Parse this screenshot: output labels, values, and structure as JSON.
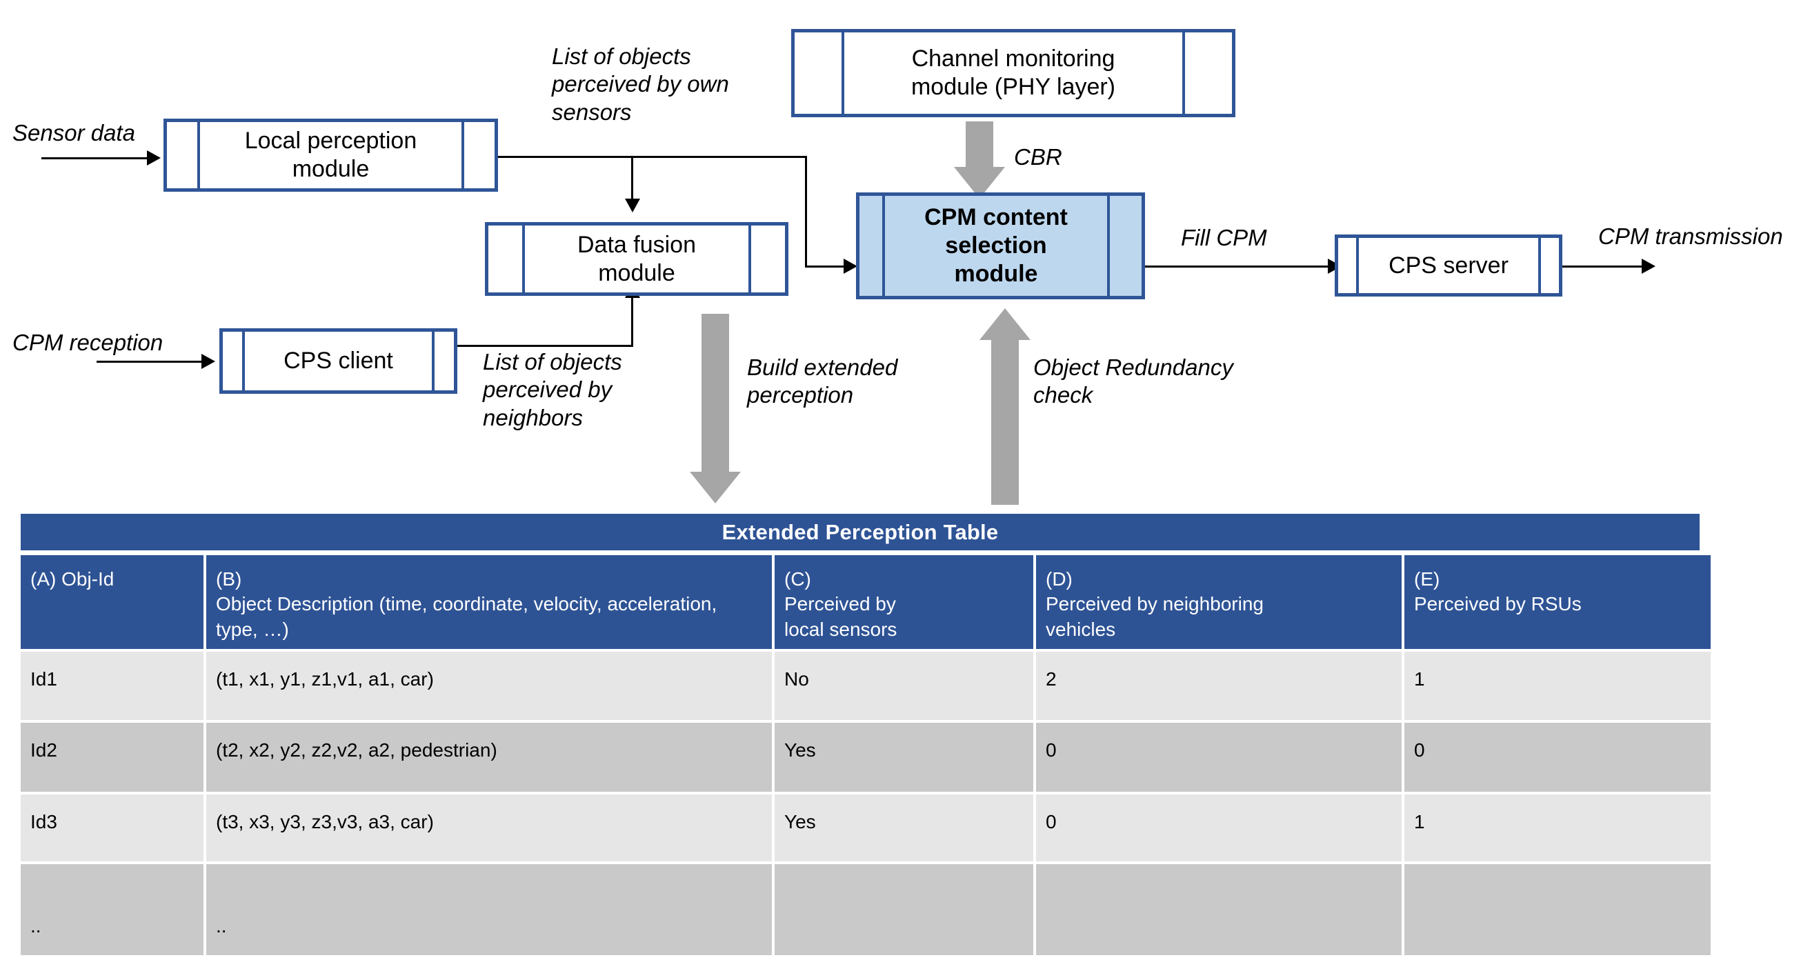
{
  "diagram": {
    "modules": {
      "local_perception": "Local perception\nmodule",
      "channel_monitoring": "Channel monitoring\nmodule (PHY layer)",
      "data_fusion": "Data fusion\nmodule",
      "cps_client": "CPS client",
      "cpm_content_selection": "CPM content\nselection\nmodule",
      "cps_server": "CPS server"
    },
    "labels": {
      "sensor_data": "Sensor data",
      "cpm_reception": "CPM reception",
      "list_own_sensors": "List of objects\nperceived by own\nsensors",
      "list_neighbors": "List of objects\nperceived by\nneighbors",
      "cbr": "CBR",
      "fill_cpm": "Fill CPM",
      "cpm_transmission": "CPM transmission",
      "build_extended_perception": "Build extended\nperception",
      "object_redundancy_check": "Object Redundancy\ncheck"
    },
    "colors": {
      "border_blue": "#2F5597",
      "accent_fill": "#BDD7EE",
      "table_header": "#2E5395",
      "arrow_grey": "#A6A6A6",
      "row_light": "#E6E6E6",
      "row_dark": "#C9C9C9"
    }
  },
  "table": {
    "title": "Extended Perception Table",
    "columns": [
      "(A) Obj-Id",
      "(B)\nObject Description (time, coordinate, velocity, acceleration, type, …)",
      "(C)\nPerceived by\nlocal sensors",
      "(D)\nPerceived by neighboring\nvehicles",
      "(E)\nPerceived by RSUs"
    ],
    "rows": [
      [
        "Id1",
        "(t1, x1, y1, z1,v1, a1, car)",
        "No",
        "2",
        "1"
      ],
      [
        "Id2",
        "(t2, x2, y2, z2,v2, a2, pedestrian)",
        "Yes",
        "0",
        "0"
      ],
      [
        "Id3",
        "(t3, x3, y3, z3,v3, a3, car)",
        "Yes",
        "0",
        "1"
      ],
      [
        "..",
        "..",
        "",
        "",
        ""
      ]
    ]
  }
}
